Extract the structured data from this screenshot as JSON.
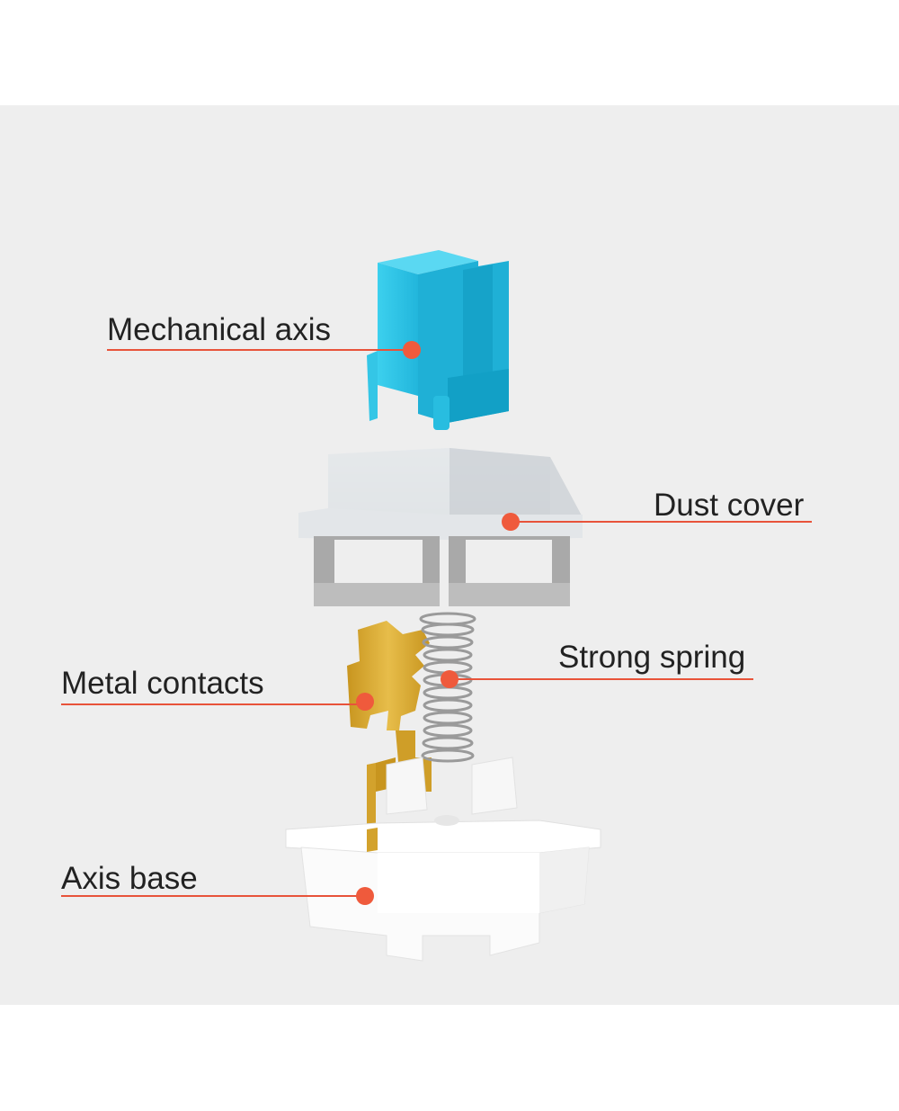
{
  "labels": {
    "mechanical_axis": "Mechanical axis",
    "dust_cover": "Dust cover",
    "metal_contacts": "Metal contacts",
    "strong_spring": "Strong spring",
    "axis_base": "Axis base"
  },
  "colors": {
    "background": "#eeeeee",
    "leader_line": "#e8533a",
    "marker_dot": "#ef5a3c",
    "stem_blue": "#2ec4e6",
    "housing_clear": "#d9dde0",
    "housing_gray": "#a9a9a9",
    "contact_gold": "#d9a92f",
    "spring_steel": "#9a9a9a",
    "base_white": "#ffffff"
  }
}
